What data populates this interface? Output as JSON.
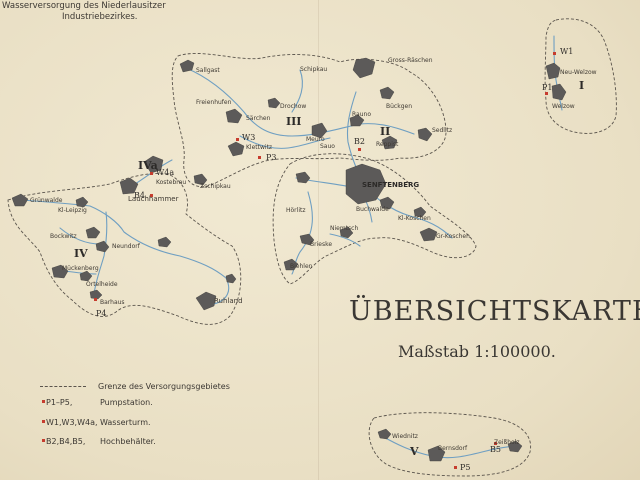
{
  "header": {
    "line1": "Wasserversorgung des Niederlausitzer",
    "line2": "Industriebezirkes."
  },
  "title": "ÜBERSICHTSKARTE.",
  "scale": "Maßstab 1:100000.",
  "legend": {
    "boundary": "Grenze des Versorgungsgebietes",
    "pumps_codes": "P1–P5,",
    "pumps_label": "Pumpstation.",
    "towers_codes": "W1,W3,W4a,",
    "towers_label": "Wasserturm.",
    "tanks_codes": "B2,B4,B5,",
    "tanks_label": "Hochbehälter."
  },
  "colors": {
    "paper": "#ece3cb",
    "boundary": "#5a544c",
    "pipe": "#6f9fc2",
    "town": "#5c5a59",
    "station": "#c63c2e"
  },
  "districts": {
    "I": "I",
    "II": "II",
    "III": "III",
    "IV": "IV",
    "IVa": "IVa",
    "V": "V"
  },
  "stations": {
    "P1": "P1",
    "P3": "P3",
    "P4": "P4",
    "P5": "P5",
    "W1": "W1",
    "W3": "W3",
    "W4a": "W4a",
    "B2": "B2",
    "B4": "B4",
    "B5": "B5"
  },
  "towns": {
    "neuwelzow": "Neu-Welzow",
    "welzow": "Welzow",
    "senftenberg": "SENFTENBERG",
    "sallgast": "Sallgast",
    "grosskoschen": "Gr-Koschen",
    "klkoschen": "Kl-Koschen",
    "buchwalde": "Buchwalde",
    "reppist": "Reppist",
    "sedlitz": "Sedlitz",
    "rauno": "Rauno",
    "sauo": "Sauo",
    "meuro": "Meuro",
    "drochow": "Drochow",
    "sarchen": "Särchen",
    "klettwitz": "Klettwitz",
    "lauchhammer": "Lauchhammer",
    "grunwalde": "Grünwalde",
    "klleipzig": "Kl-Leipzig",
    "kostebrau": "Kostebrau",
    "bockwitz": "Bockwitz",
    "neundorf": "Neundorf",
    "muckenberg": "Mückenberg",
    "ortel": "Ortelheide",
    "barhaus": "Barhaus",
    "ruhland": "Ruhland",
    "zschipkau": "Zschipkau",
    "niemtsch": "Niemtsch",
    "brieske": "Brieske",
    "biehlen": "Biehlen",
    "hosena": "Hörlitz",
    "wiednitz": "Wiednitz",
    "bernsdorf": "Bernsdorf",
    "zeissholz": "Zeißholz",
    "grossraschen": "Gross-Räschen",
    "buckgen": "Bückgen",
    "lipsa": "Schipkau",
    "freienhufen": "Freienhufen"
  }
}
